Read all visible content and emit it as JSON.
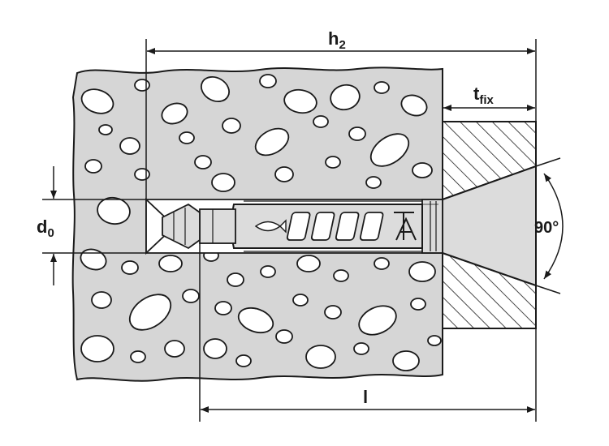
{
  "labels": {
    "h2": "h",
    "h2_sub": "2",
    "tfix": "t",
    "tfix_sub": "fix",
    "d0": "d",
    "d0_sub": "0",
    "angle": "90°",
    "length": "l"
  },
  "colors": {
    "line": "#1a1a1a",
    "fill": "#d6d6d6",
    "background": "#ffffff"
  }
}
